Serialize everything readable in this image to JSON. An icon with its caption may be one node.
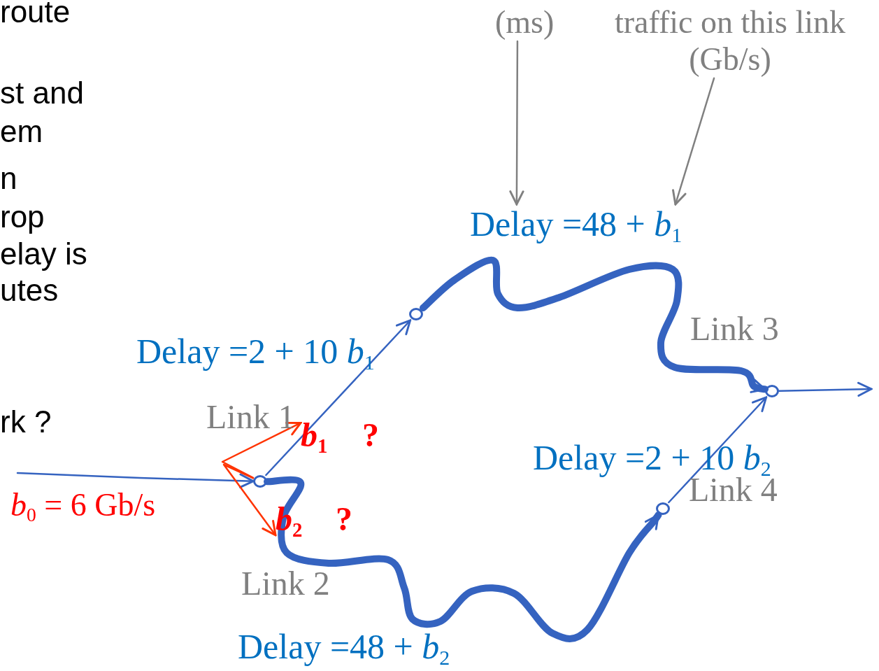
{
  "diagram": {
    "nodes": [
      {
        "text": [
          "(ms)"
        ]
      },
      {
        "text": [
          "traffic on this link (Gb/s)"
        ]
      },
      {
        "text": [
          "Delay =48 + *b*$_{1}$"
        ]
      },
      {
        "text": [],
        "shape": "circle"
      },
      {
        "text": [],
        "shape": "circle"
      },
      {
        "text": [],
        "shape": "circle"
      },
      {
        "text": [],
        "shape": "circle"
      },
      {
        "text": [
          "*b*$_{1}$"
        ]
      },
      {
        "text": [
          "*b*$_{2}$"
        ]
      }
    ],
    "edges": [
      {
        "from": 0,
        "to": 2,
        "arrow": "to",
        "color": "#808080"
      },
      {
        "from": 1,
        "to": 2,
        "arrow": "to",
        "color": "#808080"
      },
      {
        "from": 4,
        "to": 3,
        "arrow": "to",
        "label": "Link 1"
      },
      {
        "from": 3,
        "to": 5,
        "arrow": "to",
        "style": "thick",
        "label": "Link 3"
      },
      {
        "from": 4,
        "to": 6,
        "arrow": "to",
        "style": "thick",
        "label": "Link 2"
      },
      {
        "from": 6,
        "to": 5,
        "arrow": "to",
        "label": "Link 4"
      },
      {
        "from": 5,
        "to": null,
        "arrow": "to"
      },
      {
        "from": null,
        "to": 4,
        "arrow": "to"
      },
      {
        "from": 4,
        "to": 7,
        "arrow": "to",
        "color": "#ff3300"
      },
      {
        "from": 4,
        "to": 8,
        "arrow": "to",
        "color": "#ff3300"
      }
    ],
    "labels": [
      "route",
      "st and",
      "em",
      "n",
      "rop",
      "elay is",
      "utes",
      "Delay =2 + 10 *b*$_{1}$",
      "rk ?",
      "?",
      "Delay =2 + 10 *b*$_{2}$",
      "*b*$_{0}$ = 6 Gb/s",
      "?",
      "Delay =48 + *b*$_{2}$"
    ]
  }
}
